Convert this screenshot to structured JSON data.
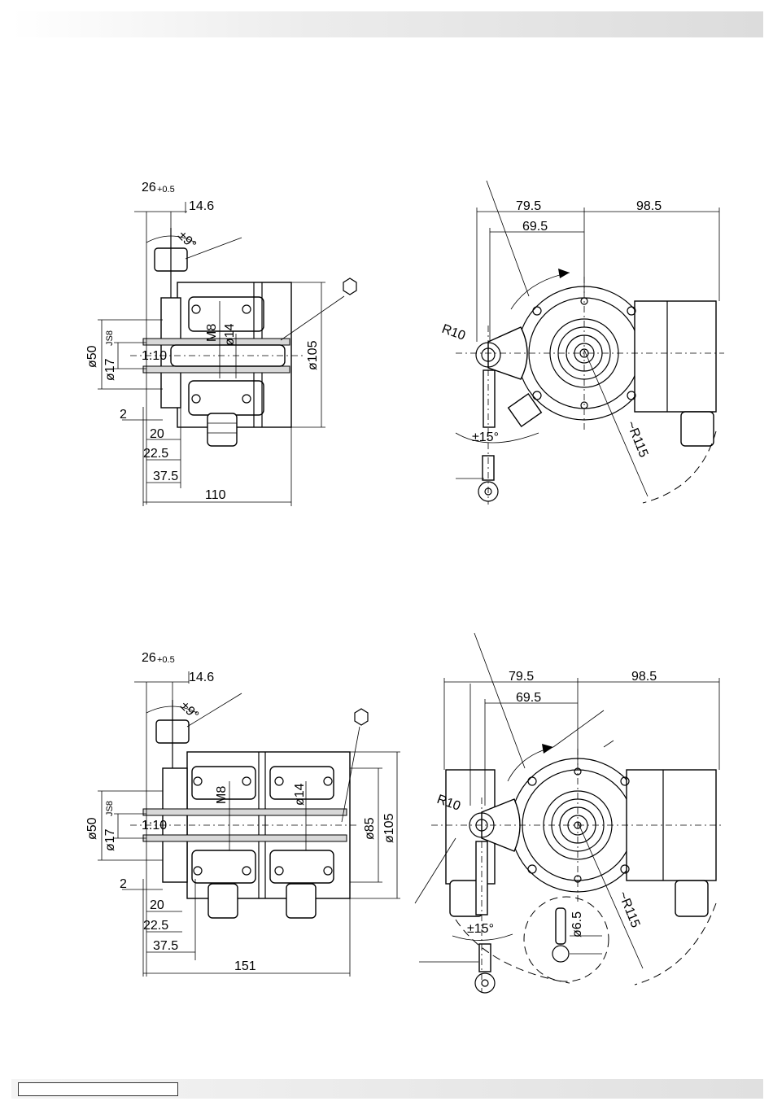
{
  "top_view": {
    "dims": {
      "d26": "26",
      "d26_tol": "+0.5",
      "d14_6": "14.6",
      "angle": "±9°",
      "d50": "ø50",
      "d17": "ø17",
      "d17_tol": "JS8",
      "taper": "1:10",
      "m8": "M8",
      "d14": "ø14",
      "d105": "ø105",
      "d2": "2",
      "d20": "20",
      "d22_5": "22.5",
      "d37_5": "37.5",
      "d110": "110"
    },
    "front": {
      "d79_5": "79.5",
      "d98_5": "98.5",
      "d69_5": "69.5",
      "r10": "R10",
      "angle15": "±15°",
      "r115": "~R115"
    }
  },
  "bottom_view": {
    "dims": {
      "d26": "26",
      "d26_tol": "+0.5",
      "d14_6": "14.6",
      "angle": "±9°",
      "d50": "ø50",
      "d17": "ø17",
      "d17_tol": "JS8",
      "taper": "1:10",
      "m8": "M8",
      "d14": "ø14",
      "d85": "ø85",
      "d105": "ø105",
      "d2": "2",
      "d20": "20",
      "d22_5": "22.5",
      "d37_5": "37.5",
      "d151": "151"
    },
    "front": {
      "d79_5": "79.5",
      "d98_5": "98.5",
      "d69_5": "69.5",
      "r10": "R10",
      "angle15": "±15°",
      "r115": "~R115",
      "d6_5": "ø6.5"
    }
  }
}
